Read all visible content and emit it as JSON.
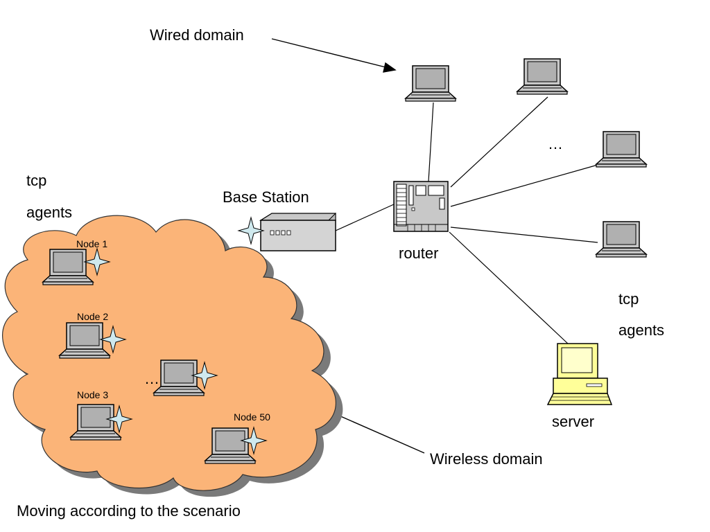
{
  "labels": {
    "wired_domain": "Wired domain",
    "wireless_domain": "Wireless domain",
    "base_station": "Base Station",
    "router": "router",
    "server": "server",
    "tcp_agents_left_line1": "tcp",
    "tcp_agents_left_line2": "agents",
    "tcp_agents_right_line1": "tcp",
    "tcp_agents_right_line2": "agents",
    "wired_ellipsis": "…",
    "wireless_ellipsis": "…",
    "scenario_caption": "Moving according to the scenario"
  },
  "wireless_nodes": [
    {
      "label": "Node 1"
    },
    {
      "label": "Node 2"
    },
    {
      "label": "Node 3"
    },
    {
      "label": "Node 50"
    }
  ],
  "colors": {
    "cloud_fill": "#fbb478",
    "cloud_shadow": "#7a7a7a",
    "server_fill": "#ffff99",
    "device_gray": "#c8c8c8",
    "screen_gray": "#b0b0b0",
    "antenna_fill": "#cfe9ee"
  },
  "icons": {
    "laptop": "laptop-icon",
    "router": "router-icon",
    "base_station": "base-station-icon",
    "server": "desktop-computer-icon",
    "antenna": "antenna-star-icon"
  }
}
